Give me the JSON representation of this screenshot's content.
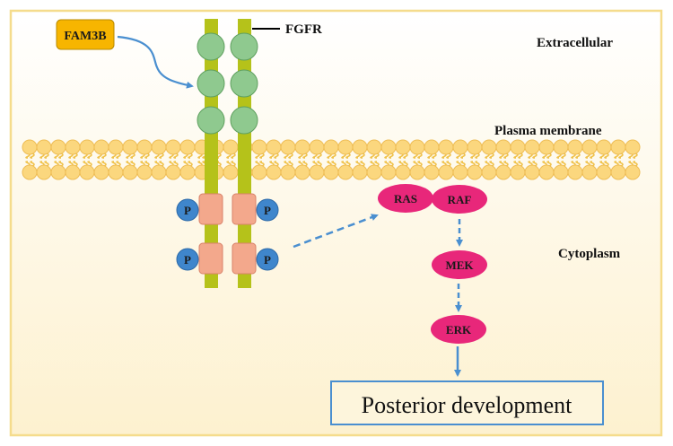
{
  "labels": {
    "extracellular": "Extracellular",
    "plasma_membrane": "Plasma membrane",
    "cytoplasm": "Cytoplasm",
    "receptor": "FGFR"
  },
  "ligand": "FAM3B",
  "phosphate": "P",
  "pathway": [
    "RAS",
    "RAF",
    "MEK",
    "ERK"
  ],
  "outcome": "Posterior development",
  "colors": {
    "border": "#f5dc8c",
    "receptor_bar": "#b5c21a",
    "ig_domain": "#8fc98f",
    "kinase_domain": "#f3a88c",
    "phosphate": "#3f86cc",
    "lipid": "#fbd77e",
    "kinase_nodes": "#e8277a",
    "ligand": "#f7b500",
    "arrow": "#4a8fd0"
  }
}
